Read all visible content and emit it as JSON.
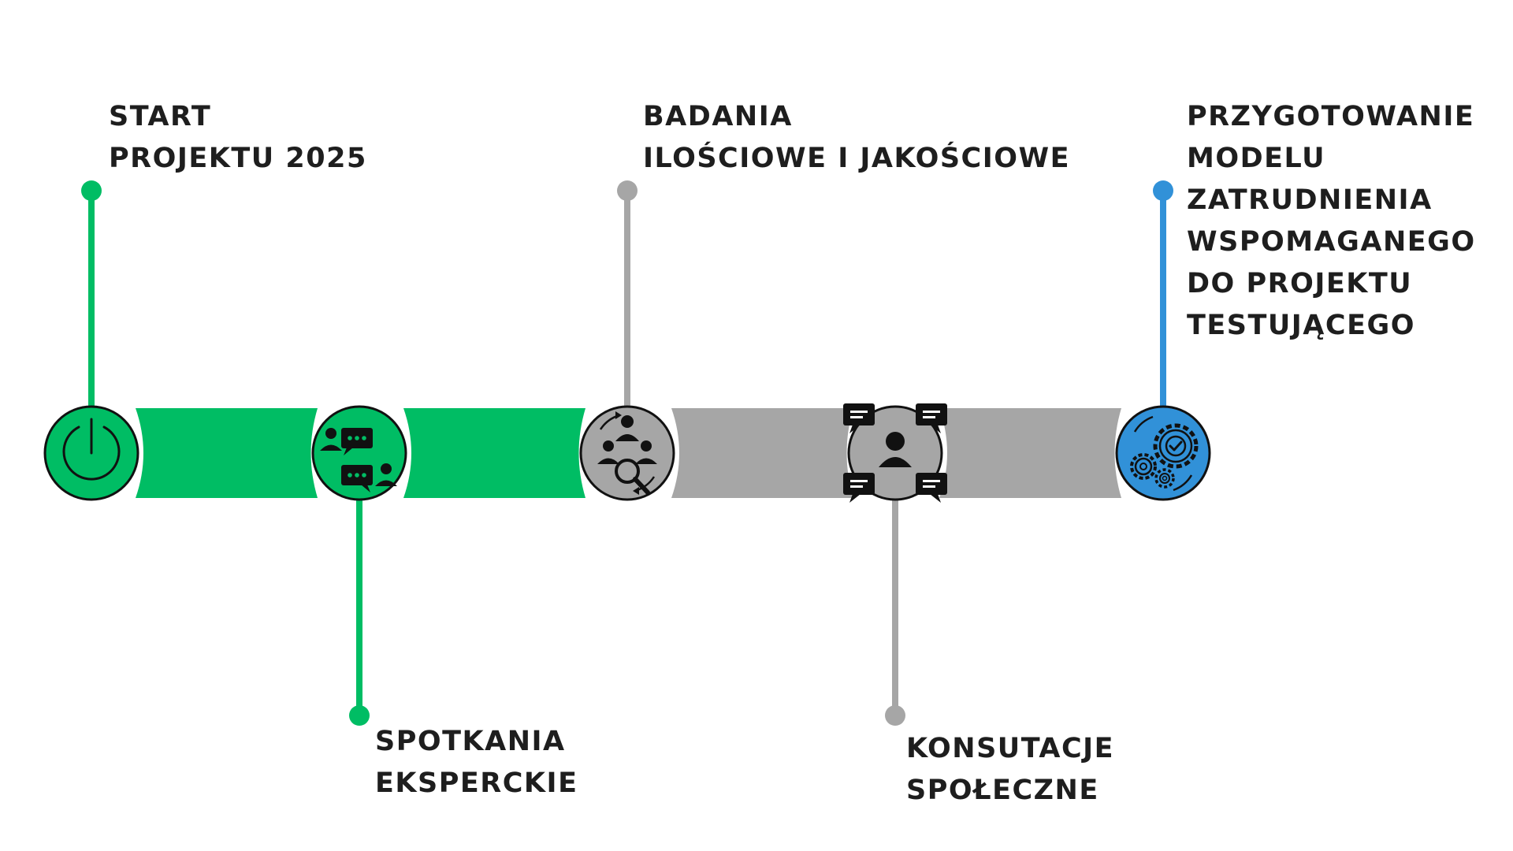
{
  "colors": {
    "done": "#00bd64",
    "pending": "#a6a6a6",
    "final": "#3191d8",
    "outline": "#111111",
    "text": "#1e1e1e"
  },
  "milestones": [
    {
      "id": "start",
      "lines": [
        "START",
        "PROJEKTU 2025"
      ],
      "status": "done",
      "icon": "power-icon"
    },
    {
      "id": "spotkania",
      "lines": [
        "SPOTKANIA",
        "EKSPERCKIE"
      ],
      "status": "done",
      "icon": "chat-people-icon"
    },
    {
      "id": "badania",
      "lines": [
        "BADANIA",
        "ILOŚCIOWE I JAKOŚCIOWE"
      ],
      "status": "pending",
      "icon": "research-group-icon"
    },
    {
      "id": "konsutacje",
      "lines": [
        "KONSUTACJE",
        "SPOŁECZNE"
      ],
      "status": "pending",
      "icon": "consultation-icon"
    },
    {
      "id": "przygotowanie",
      "lines": [
        "PRZYGOTOWANIE",
        "MODELU",
        "ZATRUDNIENIA",
        "WSPOMAGANEGO",
        "DO PROJEKTU",
        "TESTUJĄCEGO"
      ],
      "status": "final",
      "icon": "gears-check-icon"
    }
  ]
}
